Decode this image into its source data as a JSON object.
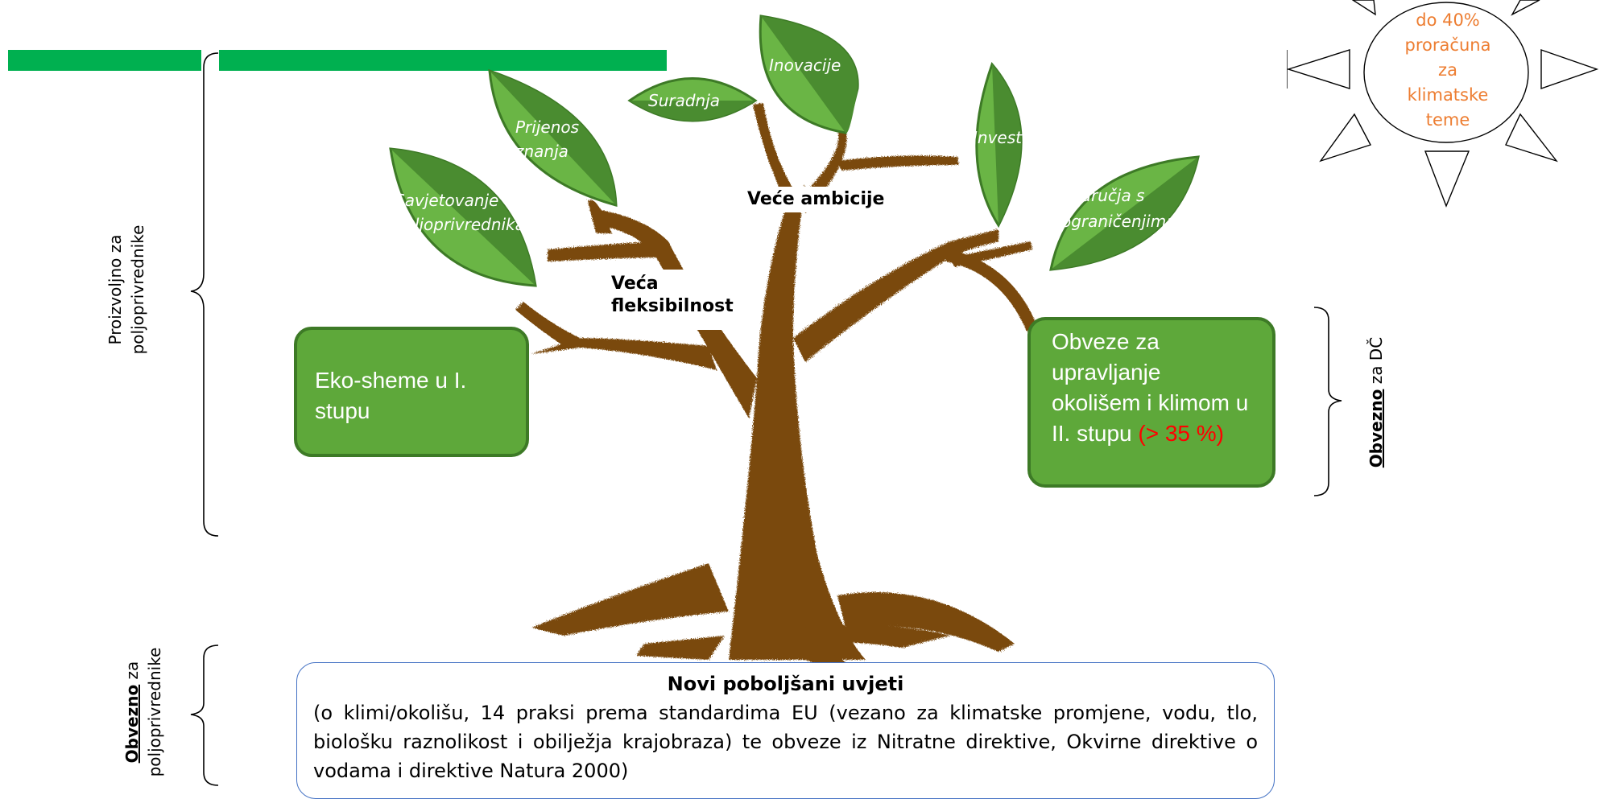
{
  "labels": {
    "left_vertical_top": [
      "Proizvoljno za",
      "poljoprivrednike"
    ],
    "left_vertical_bottom_bold": "Obvezno",
    "left_vertical_bottom_rest": " za",
    "left_vertical_bottom_line2": "poljoprivrednike",
    "right_vertical_bold": "Obvezno",
    "right_vertical_rest": " za DČ"
  },
  "leaves": {
    "savjetovanje": [
      "Savjetovanje",
      "poljoprivrednika"
    ],
    "prijenos": [
      "Prijenos",
      "znanja"
    ],
    "suradnja": "Suradnja",
    "inovacije": "Inovacije",
    "investicije": "Investicije",
    "podrucja": [
      "Područja s",
      "ograničenjima"
    ]
  },
  "branch_labels": {
    "vece_ambicije": "Veće ambicije",
    "veca_fleksibilnost": [
      "Veća",
      "fleksibilnost"
    ]
  },
  "boxes": {
    "eko_sheme": "Eko-sheme u I. stupu",
    "obveze_main": "Obveze za upravljanje okolišem i klimom u II. stupu",
    "obveze_highlight": "(> 35 %)"
  },
  "sun": [
    "do 40%",
    "proračuna",
    "za",
    "klimatske",
    "teme"
  ],
  "bottom": {
    "title": "Novi poboljšani uvjeti",
    "text": "(o klimi/okolišu, 14 praksi prema standardima EU (vezano za klimatske promjene, vodu, tlo, biološku raznolikost i obilježja krajobraza) te obveze iz Nitratne direktive, Okvirne direktive o vodama i direktive Natura 2000)"
  },
  "colors": {
    "green_bar": "#00b050",
    "leaf_light": "#6ab545",
    "leaf_dark": "#4a8c30",
    "trunk": "#7a4a10",
    "box_green": "#5ea83a",
    "sun_text": "#ed7d31",
    "highlight_red": "#ff0000",
    "bottom_border": "#4472c4"
  }
}
